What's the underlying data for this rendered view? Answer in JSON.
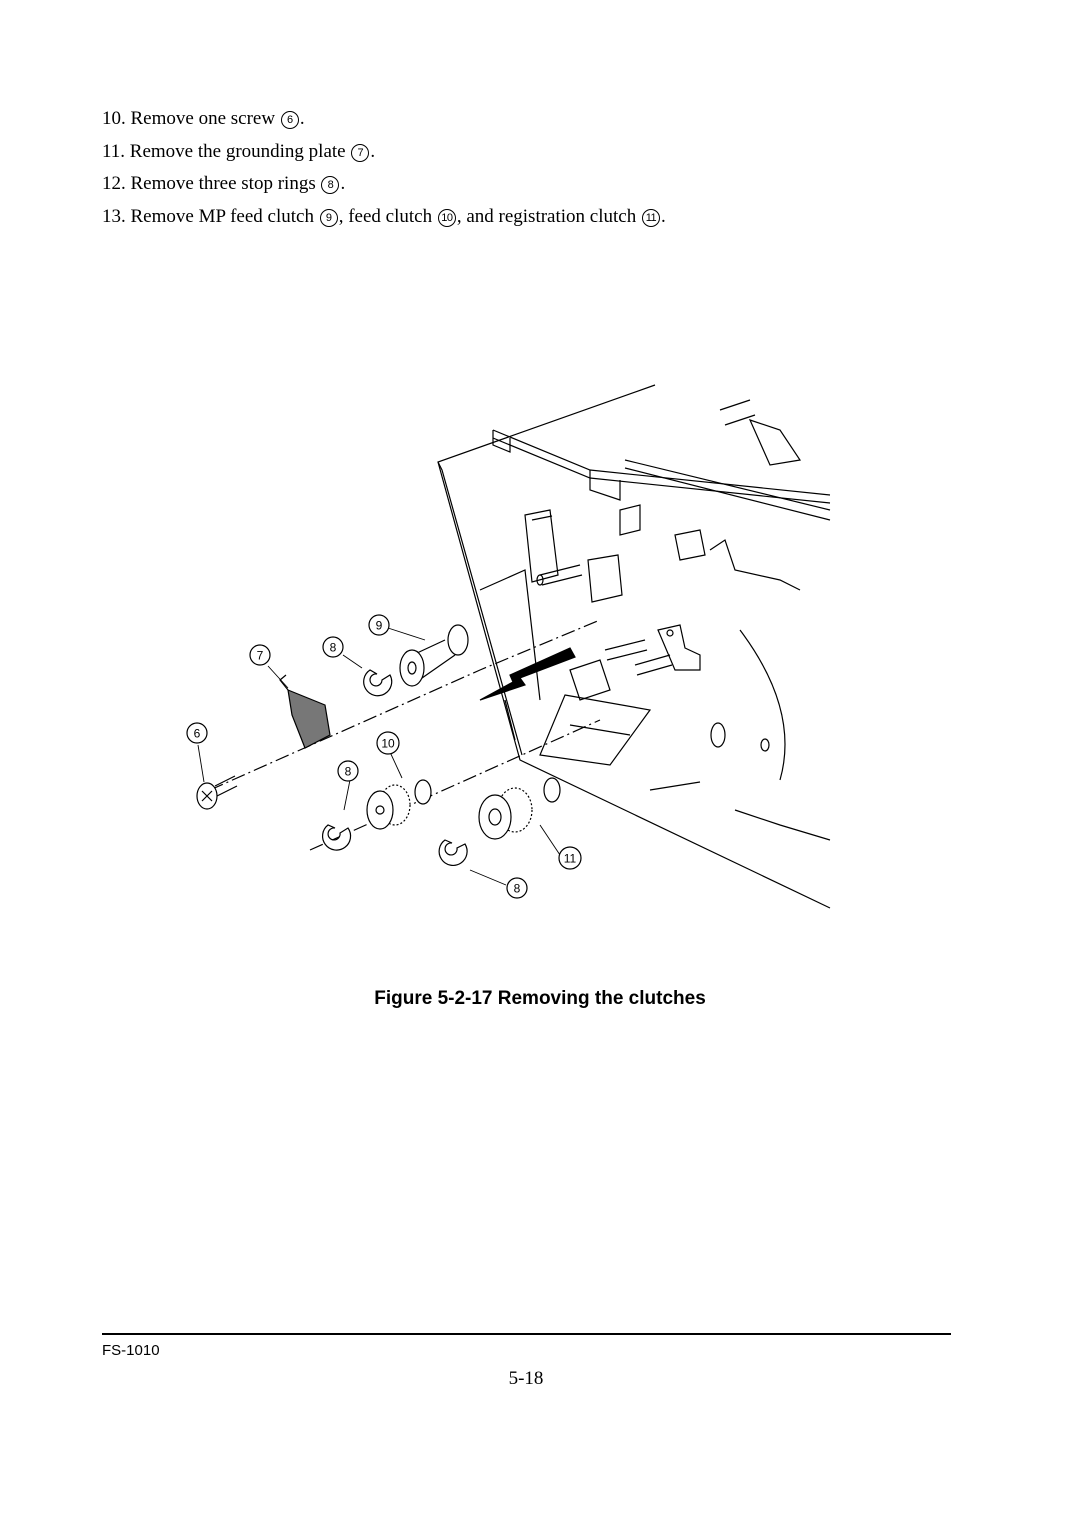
{
  "steps": [
    {
      "num": "10.",
      "parts": [
        "Remove one screw ",
        "6",
        "."
      ]
    },
    {
      "num": "11.",
      "parts": [
        "Remove the grounding plate ",
        "7",
        "."
      ]
    },
    {
      "num": "12.",
      "parts": [
        "Remove three stop rings ",
        "8",
        "."
      ]
    },
    {
      "num": "13.",
      "parts": [
        "Remove MP feed clutch ",
        "9",
        ", feed clutch ",
        "10",
        ", and registration clutch ",
        "11",
        "."
      ]
    }
  ],
  "figure": {
    "callouts": [
      "9",
      "7",
      "8",
      "6",
      "10",
      "8",
      "11",
      "8"
    ]
  },
  "caption": "Figure 5-2-17 Removing the clutches",
  "footer": {
    "model": "FS-1010",
    "page": "5-18"
  }
}
